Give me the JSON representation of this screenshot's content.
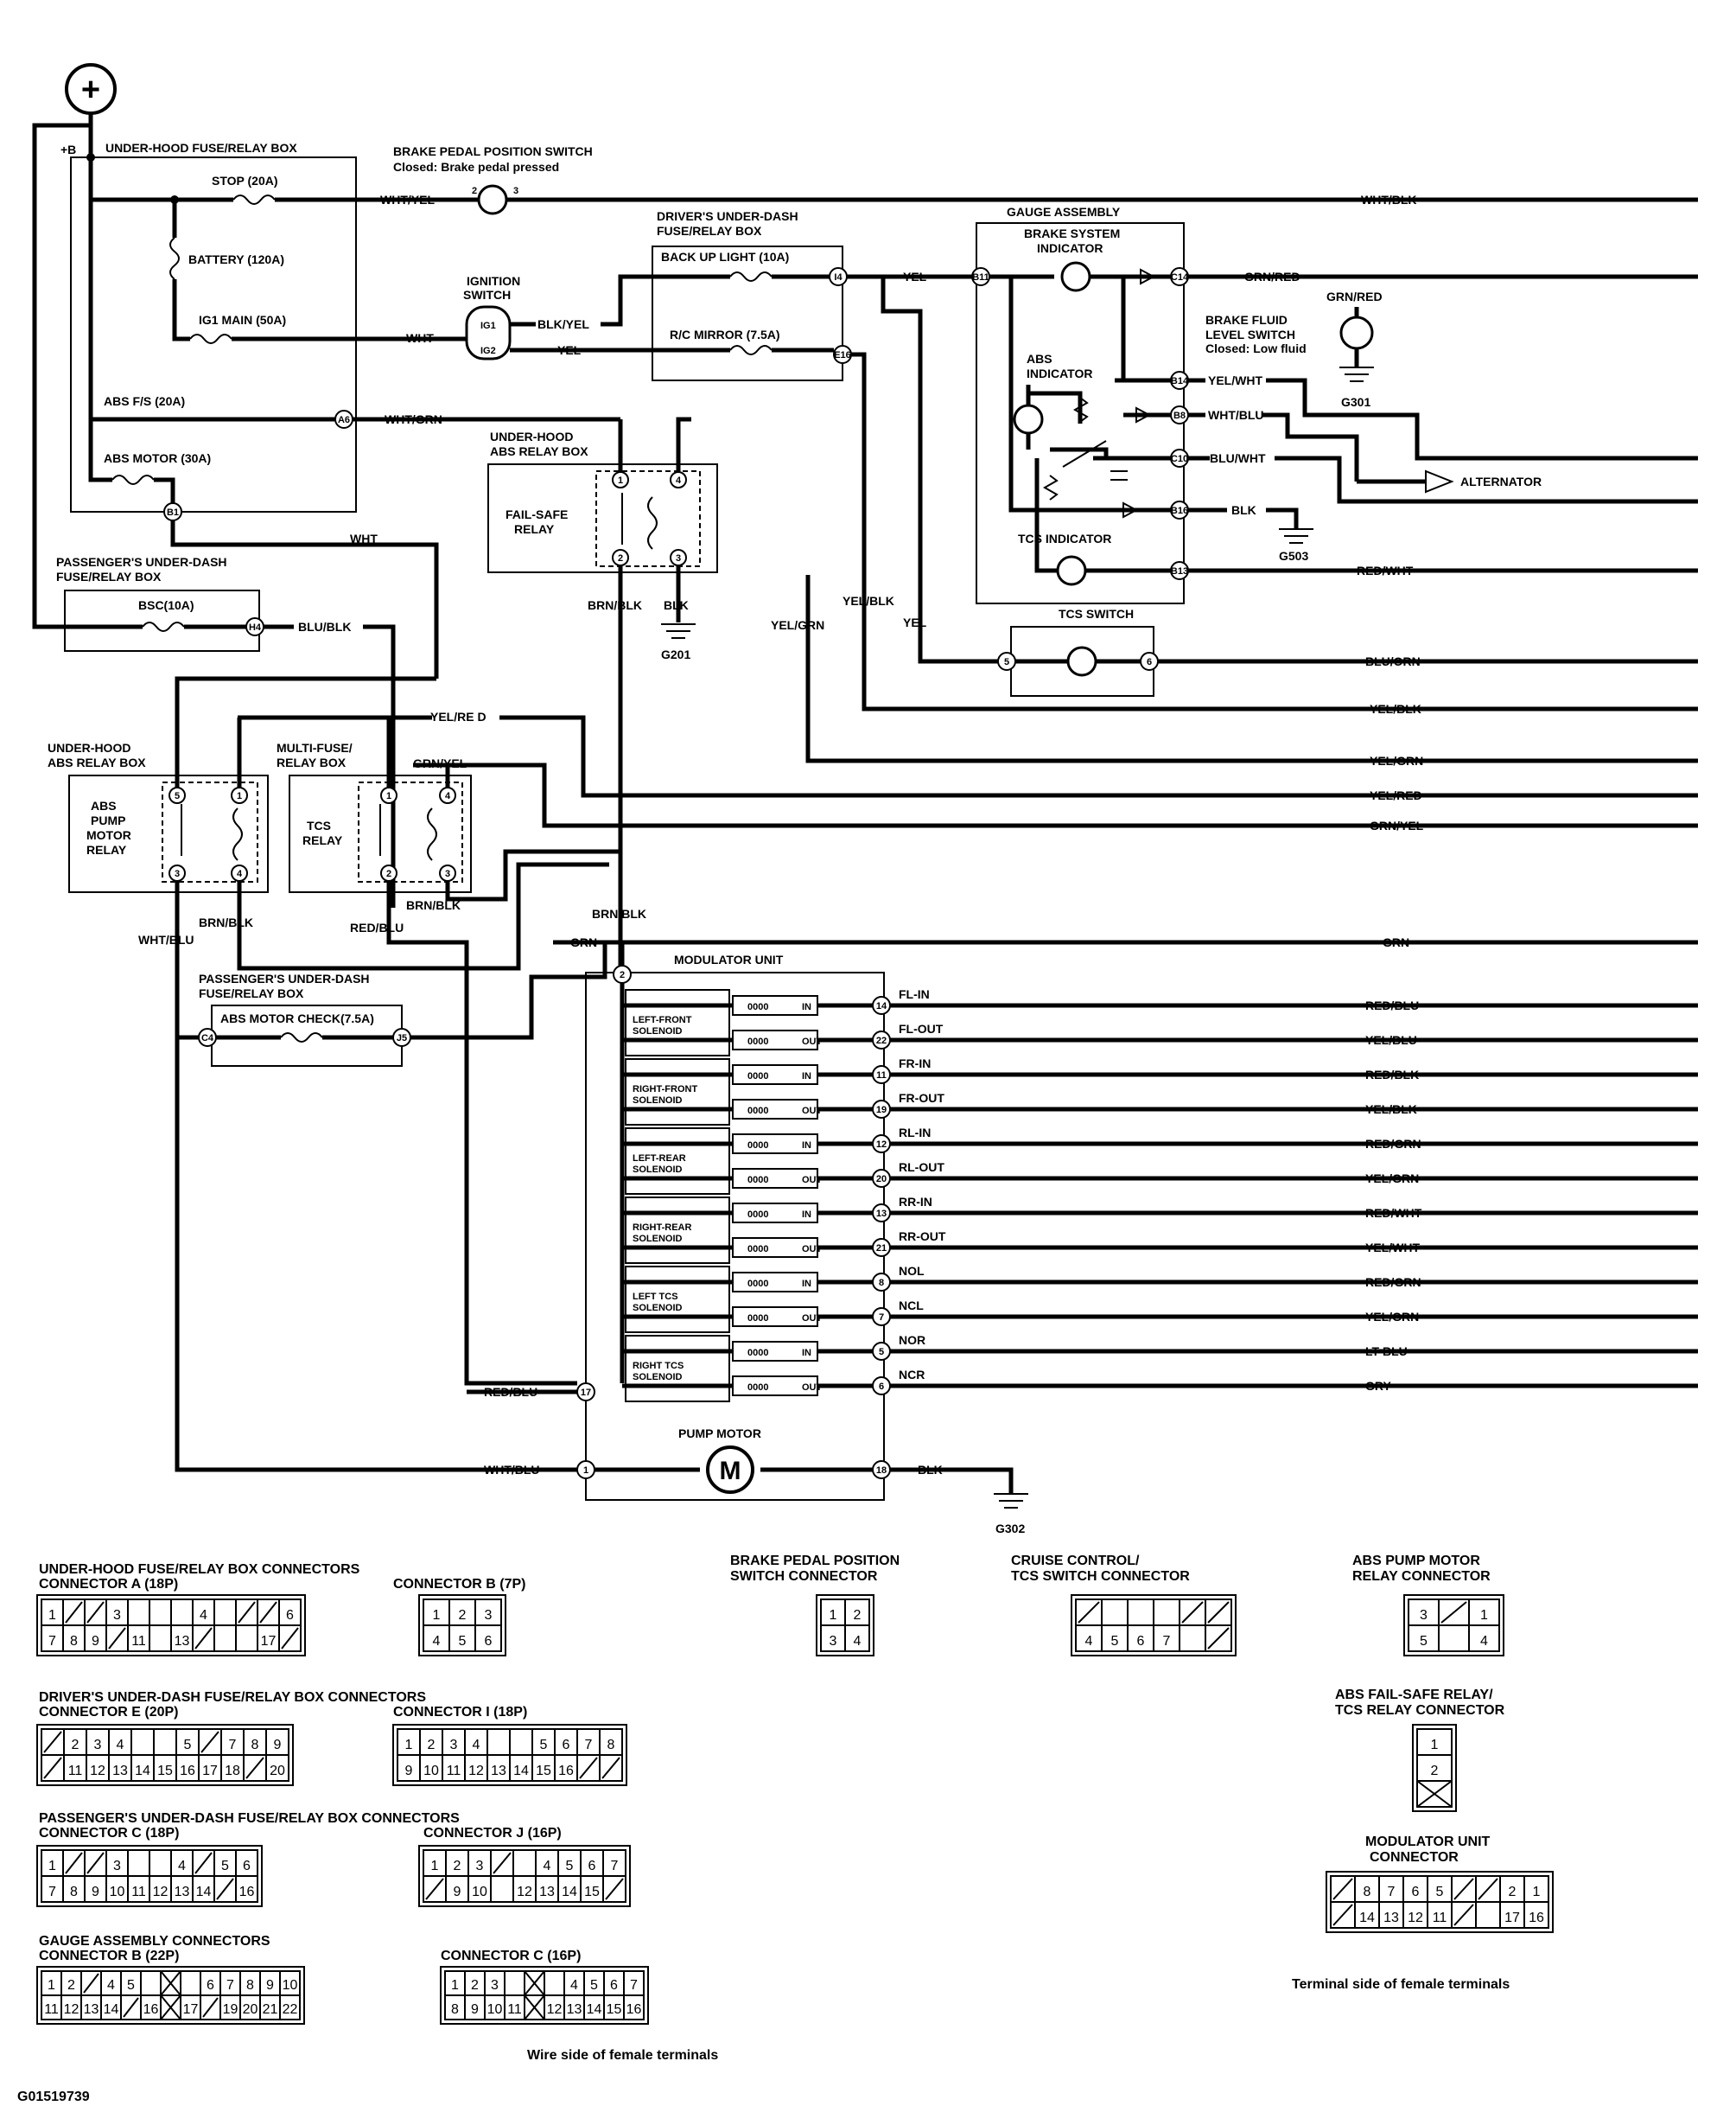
{
  "power": {
    "symbol": "+",
    "b_label": "+B"
  },
  "underhood_box": {
    "title": "UNDER-HOOD FUSE/RELAY BOX",
    "stop": "STOP (20A)",
    "battery": "BATTERY (120A)",
    "ig1": "IG1 MAIN (50A)",
    "absfs": "ABS F/S (20A)",
    "absmotor": "ABS MOTOR (30A)",
    "pin_a6": "A6",
    "pin_b1": "B1"
  },
  "brake_switch": {
    "title": "BRAKE PEDAL POSITION SWITCH",
    "note": "Closed: Brake pedal pressed",
    "p2": "2",
    "p3": "3"
  },
  "ignition": {
    "title1": "IGNITION",
    "title2": "SWITCH",
    "ig1": "IG1",
    "ig2": "IG2"
  },
  "driver_box": {
    "title1": "DRIVER'S UNDER-DASH",
    "title2": "FUSE/RELAY BOX",
    "backup": "BACK UP LIGHT (10A)",
    "mirror": "R/C MIRROR (7.5A)",
    "pin_i4": "I4",
    "pin_e16": "E16"
  },
  "gauge": {
    "title": "GAUGE ASSEMBLY",
    "brake_ind1": "BRAKE SYSTEM",
    "brake_ind2": "INDICATOR",
    "abs_ind1": "ABS",
    "abs_ind2": "INDICATOR",
    "tcs_ind": "TCS INDICATOR",
    "pins": {
      "b11": "B11",
      "c14": "C14",
      "b14": "B14",
      "b8": "B8",
      "c10": "C10",
      "b16": "B16",
      "b13": "B13"
    }
  },
  "fluid_switch": {
    "t1": "BRAKE FLUID",
    "t2": "LEVEL SWITCH",
    "t3": "Closed: Low fluid",
    "wire": "GRN/RED",
    "ground": "G301"
  },
  "alternator": {
    "label": "ALTERNATOR"
  },
  "failsafe": {
    "title1": "UNDER-HOOD",
    "title2": "ABS RELAY BOX",
    "relay1": "FAIL-SAFE",
    "relay2": "RELAY",
    "ground": "G201"
  },
  "passenger_box1": {
    "title1": "PASSENGER'S UNDER-DASH",
    "title2": "FUSE/RELAY BOX",
    "fuse": "BSC(10A)",
    "pin_h4": "H4"
  },
  "tcs_switch": {
    "title": "TCS SWITCH",
    "p5": "5",
    "p6": "6"
  },
  "pump_relay": {
    "title1": "UNDER-HOOD",
    "title2": "ABS RELAY BOX",
    "r1": "ABS",
    "r2": "PUMP",
    "r3": "MOTOR",
    "r4": "RELAY"
  },
  "tcs_relay": {
    "title1": "MULTI-FUSE/",
    "title2": "RELAY BOX",
    "r1": "TCS",
    "r2": "RELAY"
  },
  "passenger_box2": {
    "title1": "PASSENGER'S UNDER-DASH",
    "title2": "FUSE/RELAY BOX",
    "fuse": "ABS MOTOR CHECK(7.5A)",
    "pin_c4": "C4",
    "pin_j5": "J5"
  },
  "modulator": {
    "title": "MODULATOR UNIT",
    "pump": "PUMP MOTOR",
    "motor": "M",
    "ground": "G302",
    "solenoids": [
      "LEFT-FRONT",
      "RIGHT-FRONT",
      "LEFT-REAR",
      "RIGHT-REAR",
      "LEFT TCS",
      "RIGHT TCS"
    ],
    "solenoid_word": "SOLENOID",
    "in": "IN",
    "out": "OUT",
    "coil": "0000",
    "lines": [
      {
        "pin": "14",
        "sig": "FL-IN",
        "wire": "RED/BLU"
      },
      {
        "pin": "22",
        "sig": "FL-OUT",
        "wire": "YEL/BLU"
      },
      {
        "pin": "11",
        "sig": "FR-IN",
        "wire": "RED/BLK"
      },
      {
        "pin": "19",
        "sig": "FR-OUT",
        "wire": "YEL/BLK"
      },
      {
        "pin": "12",
        "sig": "RL-IN",
        "wire": "RED/GRN"
      },
      {
        "pin": "20",
        "sig": "RL-OUT",
        "wire": "YEL/GRN"
      },
      {
        "pin": "13",
        "sig": "RR-IN",
        "wire": "RED/WHT"
      },
      {
        "pin": "21",
        "sig": "RR-OUT",
        "wire": "YEL/WHT"
      },
      {
        "pin": "8",
        "sig": "NOL",
        "wire": "RED/GRN"
      },
      {
        "pin": "7",
        "sig": "NCL",
        "wire": "YEL/GRN"
      },
      {
        "pin": "5",
        "sig": "NOR",
        "wire": "LT BLU"
      },
      {
        "pin": "6",
        "sig": "NCR",
        "wire": "GRY"
      }
    ],
    "pin2": "2",
    "pin17": "17",
    "pin1": "1",
    "pin18": "18"
  },
  "wires": {
    "whtyel": "WHT/YEL",
    "whtblk": "WHT/BLK",
    "yel": "YEL",
    "grnred": "GRN/RED",
    "wht": "WHT",
    "blkyel": "BLK/YEL",
    "whtgrn": "WHT/GRN",
    "yelwht": "YEL/WHT",
    "whtblu": "WHT/BLU",
    "bluwht": "BLU/WHT",
    "blk": "BLK",
    "redwht": "RED/WHT",
    "brnblk": "BRN/BLK",
    "yelblk": "YEL/BLK",
    "yelgrn": "YEL/GRN",
    "bluorn": "BLU/ORN",
    "blublk": "BLU/BLK",
    "yelred": "YEL/RE D",
    "yelred2": "YEL/RED",
    "grnyel": "GRN/YEL",
    "redblu": "RED/BLU",
    "grn": "GRN",
    "ground_g503": "G503"
  },
  "connectors": {
    "uh_title": "UNDER-HOOD FUSE/RELAY BOX CONNECTORS",
    "conn_a": "CONNECTOR A (18P)",
    "conn_b": "CONNECTOR B (7P)",
    "drv_title": "DRIVER'S UNDER-DASH FUSE/RELAY BOX CONNECTORS",
    "conn_e": "CONNECTOR E (20P)",
    "conn_i": "CONNECTOR I (18P)",
    "pas_title": "PASSENGER'S UNDER-DASH FUSE/RELAY BOX CONNECTORS",
    "conn_c": "CONNECTOR C (18P)",
    "conn_j": "CONNECTOR J (16P)",
    "gauge_title": "GAUGE ASSEMBLY CONNECTORS",
    "conn_gb": "CONNECTOR B (22P)",
    "conn_gc": "CONNECTOR C (16P)",
    "brake_conn1": "BRAKE PEDAL POSITION",
    "brake_conn2": "SWITCH CONNECTOR",
    "cruise1": "CRUISE CONTROL/",
    "cruise2": "TCS SWITCH CONNECTOR",
    "pumprelay1": "ABS PUMP MOTOR",
    "pumprelay2": "RELAY CONNECTOR",
    "fsrelay1": "ABS FAIL-SAFE RELAY/",
    "fsrelay2": "TCS RELAY CONNECTOR",
    "mod1": "MODULATOR UNIT",
    "mod2": "CONNECTOR",
    "wire_side": "Wire side of female terminals",
    "terminal_side": "Terminal side of female terminals"
  },
  "footer": {
    "code": "G01519739"
  }
}
